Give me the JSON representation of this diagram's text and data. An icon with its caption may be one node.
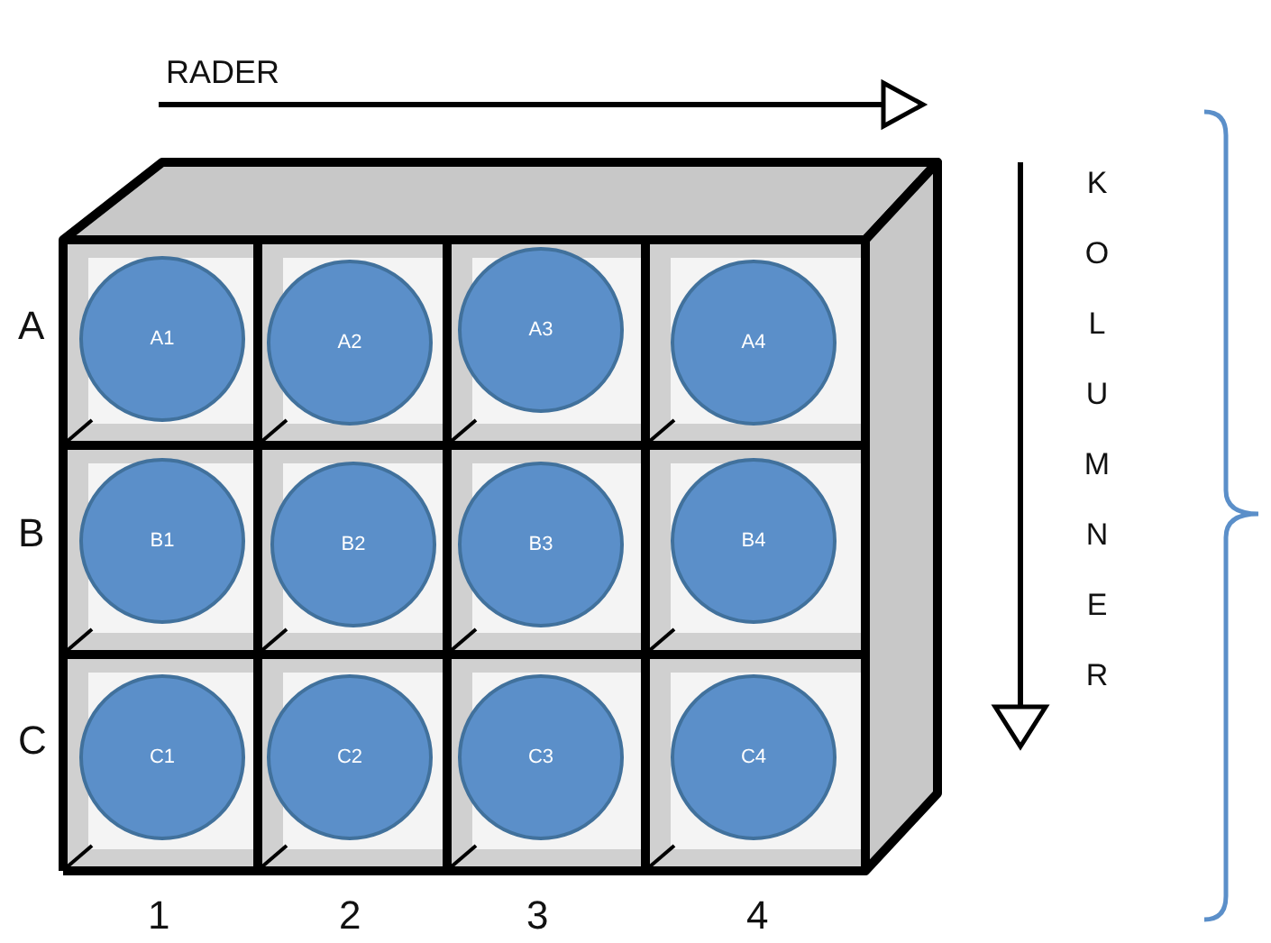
{
  "diagram": {
    "nodes": [
      {
        "text": [
          "A1"
        ]
      },
      {
        "text": [
          "A2"
        ]
      },
      {
        "text": [
          "A3"
        ]
      },
      {
        "text": [
          "A4"
        ]
      },
      {
        "text": [
          "B1"
        ]
      },
      {
        "text": [
          "B2"
        ]
      },
      {
        "text": [
          "B3"
        ]
      },
      {
        "text": [
          "B4"
        ]
      },
      {
        "text": [
          "C1"
        ]
      },
      {
        "text": [
          "C2"
        ]
      },
      {
        "text": [
          "C3"
        ]
      },
      {
        "text": [
          "C4"
        ]
      }
    ],
    "edges": [],
    "labels": [
      "RADER",
      "KOLUMNER",
      "A",
      "B",
      "C",
      "1",
      "2",
      "3",
      "4"
    ]
  }
}
